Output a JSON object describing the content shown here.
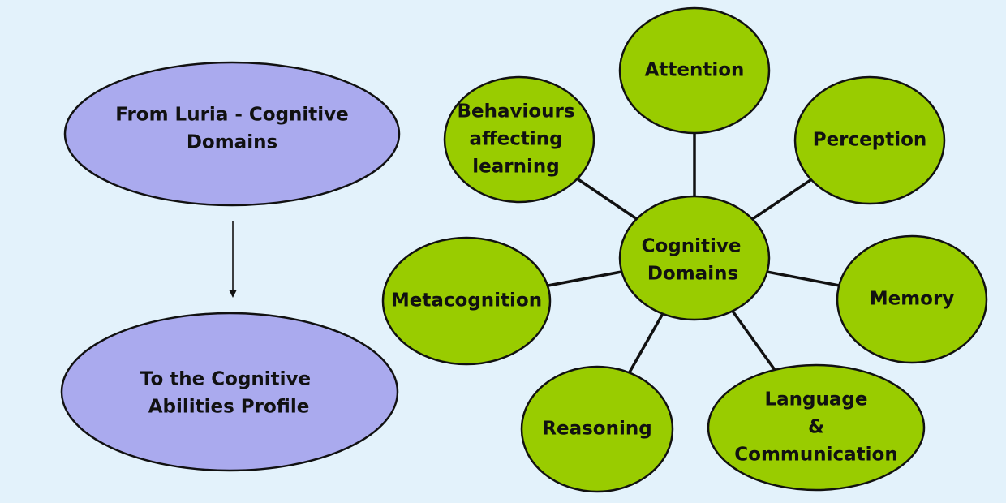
{
  "colors": {
    "background": "#e3f2fb",
    "purple_fill": "#aaaaee",
    "green_fill": "#99cc00",
    "outline": "#111111"
  },
  "flow": {
    "from_label": [
      "From Luria - Cognitive",
      "Domains"
    ],
    "to_label": [
      "To the Cognitive",
      "Abilities Profile"
    ]
  },
  "hub": {
    "label": [
      "Cognitive",
      "Domains"
    ]
  },
  "domains": [
    {
      "id": "attention",
      "label": [
        "Attention"
      ]
    },
    {
      "id": "perception",
      "label": [
        "Perception"
      ]
    },
    {
      "id": "memory",
      "label": [
        "Memory"
      ]
    },
    {
      "id": "language-communication",
      "label": [
        "Language",
        "&",
        "Communication"
      ]
    },
    {
      "id": "reasoning",
      "label": [
        "Reasoning"
      ]
    },
    {
      "id": "metacognition",
      "label": [
        "Metacognition"
      ]
    },
    {
      "id": "behaviours-affecting-learning",
      "label": [
        "Behaviours",
        "affecting",
        "learning"
      ]
    }
  ]
}
